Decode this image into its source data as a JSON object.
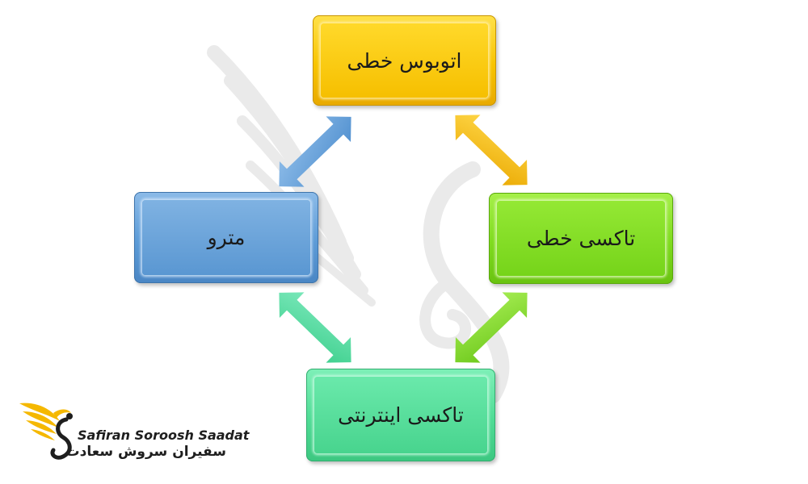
{
  "diagram": {
    "nodes": [
      {
        "id": "bus",
        "label": "اتوبوس خطی",
        "color": "#f8c400"
      },
      {
        "id": "metro",
        "label": "مترو",
        "color": "#5c9bd7"
      },
      {
        "id": "taxi",
        "label": "تاکسی خطی",
        "color": "#7fdb1e"
      },
      {
        "id": "online_taxi",
        "label": "تاکسی اینترنتی",
        "color": "#4fdc95"
      }
    ],
    "edges": [
      {
        "from": "bus",
        "to": "metro",
        "bidirectional": true,
        "color": "#5b9bd5"
      },
      {
        "from": "bus",
        "to": "taxi",
        "bidirectional": true,
        "color": "#f5b800"
      },
      {
        "from": "metro",
        "to": "online_taxi",
        "bidirectional": true,
        "color": "#49d9a0"
      },
      {
        "from": "taxi",
        "to": "online_taxi",
        "bidirectional": true,
        "color": "#7ad128"
      }
    ]
  },
  "logo": {
    "name_en": "Safiran Soroosh Saadat",
    "name_fa": "سفیران سروش سعادت",
    "accent_color": "#f5b800"
  }
}
